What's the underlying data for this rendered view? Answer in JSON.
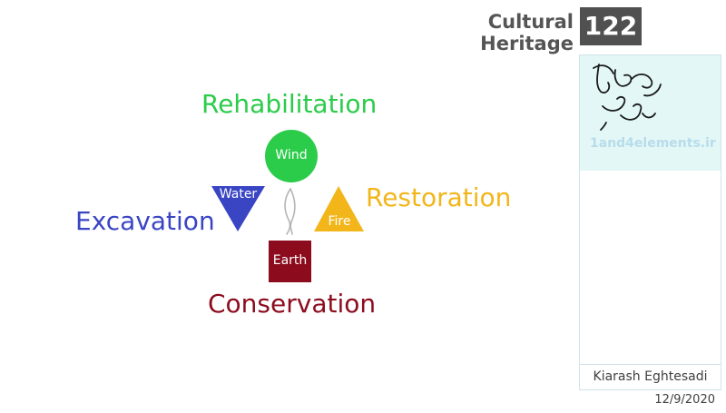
{
  "header": {
    "title_line1": "Cultural",
    "title_line2": "Heritage",
    "slide_number": "122"
  },
  "sidebar": {
    "logo_icon": "calligraphy-logo",
    "website": "1and4elements.ir",
    "author": "Kiarash Eghtesadi",
    "date": "12/9/2020"
  },
  "diagram": {
    "elements": {
      "wind": {
        "label": "Wind",
        "color": "#2bcc4a"
      },
      "water": {
        "label": "Water",
        "color": "#3a45c4"
      },
      "fire": {
        "label": "Fire",
        "color": "#f2b61b"
      },
      "earth": {
        "label": "Earth",
        "color": "#8c0c1e"
      },
      "center_icon": "flame-outline-icon"
    },
    "activities": {
      "rehabilitation": "Rehabilitation",
      "excavation": "Excavation",
      "restoration": "Restoration",
      "conservation": "Conservation"
    }
  }
}
